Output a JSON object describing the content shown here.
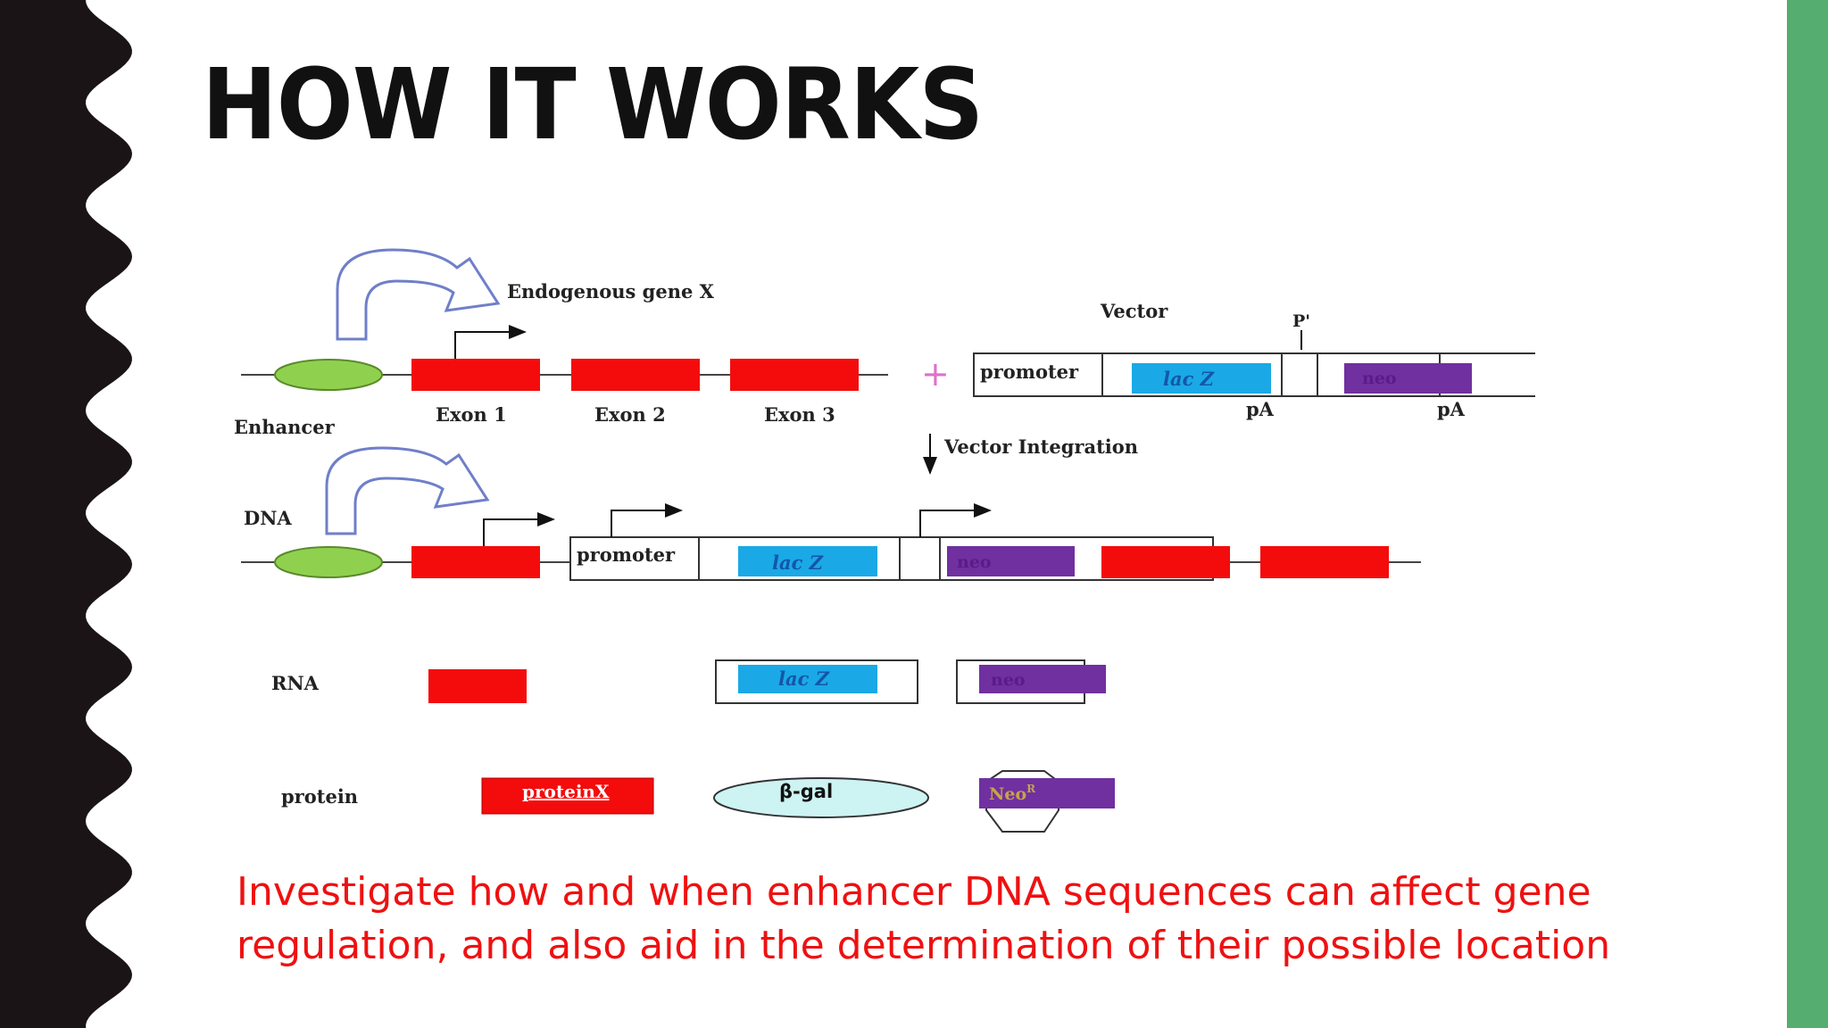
{
  "slide": {
    "title": "HOW IT WORKS",
    "caption_line1": "Investigate how and when enhancer DNA sequences can affect gene",
    "caption_line2": "regulation, and also aid in the determination of their possible location",
    "colors": {
      "border_dark": "#1a1416",
      "accent_green": "#55ad6f",
      "caption_red": "#ee1111"
    }
  },
  "diagram": {
    "top_row": {
      "gene_label": "Endogenous gene X",
      "enhancer_label": "Enhancer",
      "exon_labels": [
        "Exon 1",
        "Exon 2",
        "Exon 3"
      ],
      "plus_sign": "+",
      "vector_label": "Vector",
      "vector_promoter": "promoter",
      "vector_lacz": "lac Z",
      "vector_neo": "neo",
      "p_prime": "P'",
      "pa_left": "pA",
      "pa_right": "pA"
    },
    "integration_label": "Vector Integration",
    "dna_row": {
      "label": "DNA",
      "promoter": "promoter",
      "lacz": "lac Z",
      "neo": "neo"
    },
    "rna_row": {
      "label": "RNA",
      "lacz": "lac Z",
      "neo": "neo"
    },
    "protein_row": {
      "label": "protein",
      "protein_x": "proteinX",
      "beta_gal": "β-gal",
      "neo_r": "Neo",
      "neo_r_sup": "R"
    },
    "colors": {
      "exon_red": "#f40c0c",
      "enhancer_green": "#8fd14f",
      "lacz_blue": "#1aa9e6",
      "neo_purple": "#7030a0",
      "arrow_outline": "#6f7fc9",
      "betagal_fill": "#cdf3f3",
      "plus_pink": "#e070c8"
    }
  }
}
